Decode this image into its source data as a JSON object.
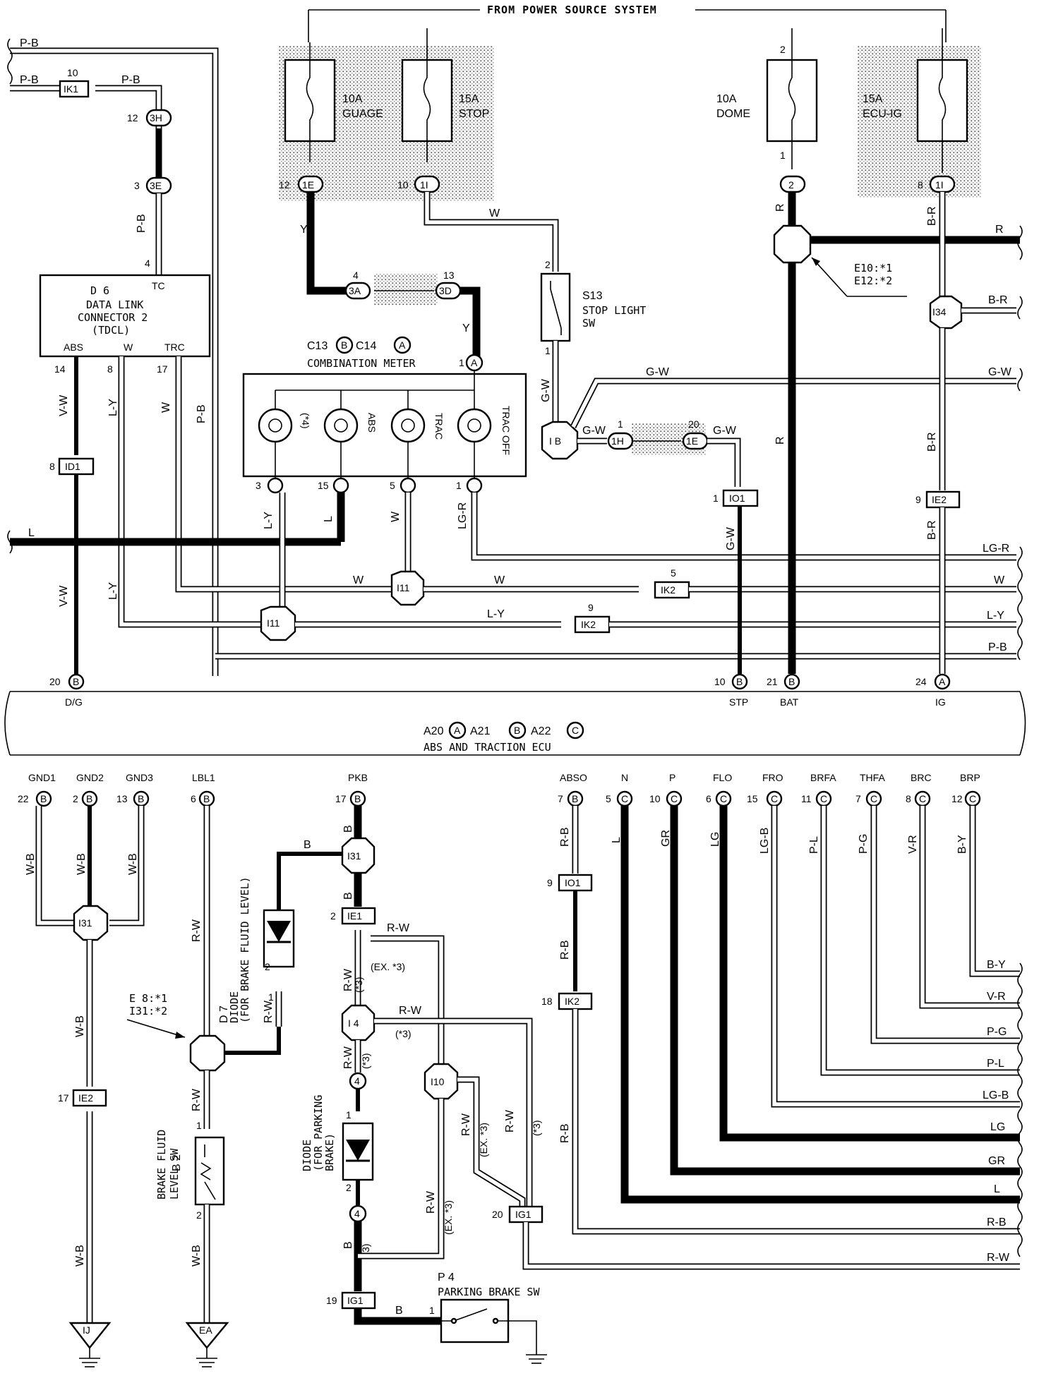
{
  "header": {
    "power_source": "FROM POWER SOURCE SYSTEM"
  },
  "fuses": [
    {
      "amp": "10A",
      "name": "GUAGE",
      "connector": "1E",
      "pin": "12",
      "wire": "Y"
    },
    {
      "amp": "15A",
      "name": "STOP",
      "connector": "1I",
      "pin": "10",
      "wire": "W"
    },
    {
      "amp": "10A",
      "name": "DOME",
      "connector": "2",
      "pin_in": "2",
      "pin_out": "1",
      "wire": "R"
    },
    {
      "amp": "15A",
      "name": "ECU-IG",
      "connector": "1I",
      "pin": "8",
      "wire": "B-R"
    }
  ],
  "dlc": {
    "code": "D 6",
    "name1": "DATA LINK",
    "name2": "CONNECTOR 2",
    "name3": "(TDCL)",
    "tc": "TC",
    "abs": "ABS",
    "w": "W",
    "trc": "TRC",
    "tc_pin": "4",
    "abs_pin": "14",
    "w_pin": "8",
    "trc_pin": "17"
  },
  "meter": {
    "code": "C13",
    "code_b": "B",
    "code2": "C14",
    "code_a": "A",
    "name": "COMBINATION METER",
    "pin_a": "1",
    "lamps": [
      "(*4)",
      "ABS",
      "TRAC",
      "TRAC OFF"
    ],
    "pins": [
      "3",
      "15",
      "5",
      "1"
    ]
  },
  "stop_sw": {
    "code": "S13",
    "name1": "STOP LIGHT",
    "name2": "SW",
    "pin_top": "2",
    "pin_bot": "1"
  },
  "junction_note": {
    "line1": "E10:*1",
    "line2": "E12:*2"
  },
  "junction_note2": {
    "line1": "E 8:*1",
    "line2": "I31:*2"
  },
  "connectors": {
    "ik1": "IK1",
    "c3h": "3H",
    "c3e": "3E",
    "c3a": "3A",
    "c3d": "3D",
    "c1h": "1H",
    "c1e": "1E",
    "id1": "ID1",
    "io1": "IO1",
    "ie2": "IE2",
    "i34": "I34",
    "i11": "I11",
    "ik2": "IK2",
    "i31": "I31",
    "ie1": "IE1",
    "i4": "I 4",
    "i10": "I10",
    "ig1": "IG1",
    "ib": "I B",
    "ij": "IJ",
    "ea": "EA",
    "c4": "4"
  },
  "wire_labels": {
    "pb": "P-B",
    "y": "Y",
    "w": "W",
    "r": "R",
    "gw": "G-W",
    "br": "B-R",
    "vw": "V-W",
    "ly": "L-Y",
    "l": "L",
    "lgr": "LG-R",
    "wb": "W-B",
    "rw": "R-W",
    "b": "B",
    "rb": "R-B",
    "gr": "GR",
    "lg": "LG",
    "lgb": "LG-B",
    "pl": "P-L",
    "pg": "P-G",
    "vr": "V-R",
    "by": "B-Y",
    "ex3": "(EX. *3)",
    "s3": "(*3)"
  },
  "ecu": {
    "code": "A20",
    "code_a": "A",
    "code2": "A21",
    "code_b": "B",
    "code3": "A22",
    "code_c": "C",
    "name": "ABS AND TRACTION ECU",
    "top_pins": [
      {
        "label": "D/G",
        "pin": "20",
        "conn": "B"
      },
      {
        "label": "STP",
        "pin": "10",
        "conn": "B"
      },
      {
        "label": "BAT",
        "pin": "21",
        "conn": "B"
      },
      {
        "label": "IG",
        "pin": "24",
        "conn": "A"
      }
    ],
    "bottom_pins": [
      {
        "label": "GND1",
        "pin": "22",
        "conn": "B"
      },
      {
        "label": "GND2",
        "pin": "2",
        "conn": "B"
      },
      {
        "label": "GND3",
        "pin": "13",
        "conn": "B"
      },
      {
        "label": "LBL1",
        "pin": "6",
        "conn": "B"
      },
      {
        "label": "PKB",
        "pin": "17",
        "conn": "B"
      },
      {
        "label": "ABSO",
        "pin": "7",
        "conn": "B"
      },
      {
        "label": "N",
        "pin": "5",
        "conn": "C"
      },
      {
        "label": "P",
        "pin": "10",
        "conn": "C"
      },
      {
        "label": "FLO",
        "pin": "6",
        "conn": "C"
      },
      {
        "label": "FRO",
        "pin": "15",
        "conn": "C"
      },
      {
        "label": "BRFA",
        "pin": "11",
        "conn": "C"
      },
      {
        "label": "THFA",
        "pin": "7",
        "conn": "C"
      },
      {
        "label": "BRC",
        "pin": "8",
        "conn": "C"
      },
      {
        "label": "BRP",
        "pin": "12",
        "conn": "C"
      }
    ]
  },
  "diode_d7": {
    "code": "D 7",
    "name1": "DIODE",
    "name2": "(FOR BRAKE FLUID LEVEL)",
    "pin1": "1",
    "pin2": "2"
  },
  "diode_p": {
    "name1": "DIODE",
    "name2": "(FOR PARKING",
    "name3": "BRAKE)",
    "pin1": "1",
    "pin2": "2"
  },
  "b2": {
    "code": "B 2",
    "name1": "BRAKE FLUID",
    "name2": "LEVEL SW",
    "pin1": "1",
    "pin2": "2"
  },
  "p4": {
    "code": "P 4",
    "name": "PARKING BRAKE SW",
    "pin": "1"
  },
  "pins_misc": {
    "p10": "10",
    "p12": "12",
    "p3": "3",
    "p4": "4",
    "p13": "13",
    "p8": "8",
    "p1": "1",
    "p20": "20",
    "p9": "9",
    "p5": "5",
    "p18": "18",
    "p17": "17",
    "p19": "19",
    "p2": "2"
  }
}
